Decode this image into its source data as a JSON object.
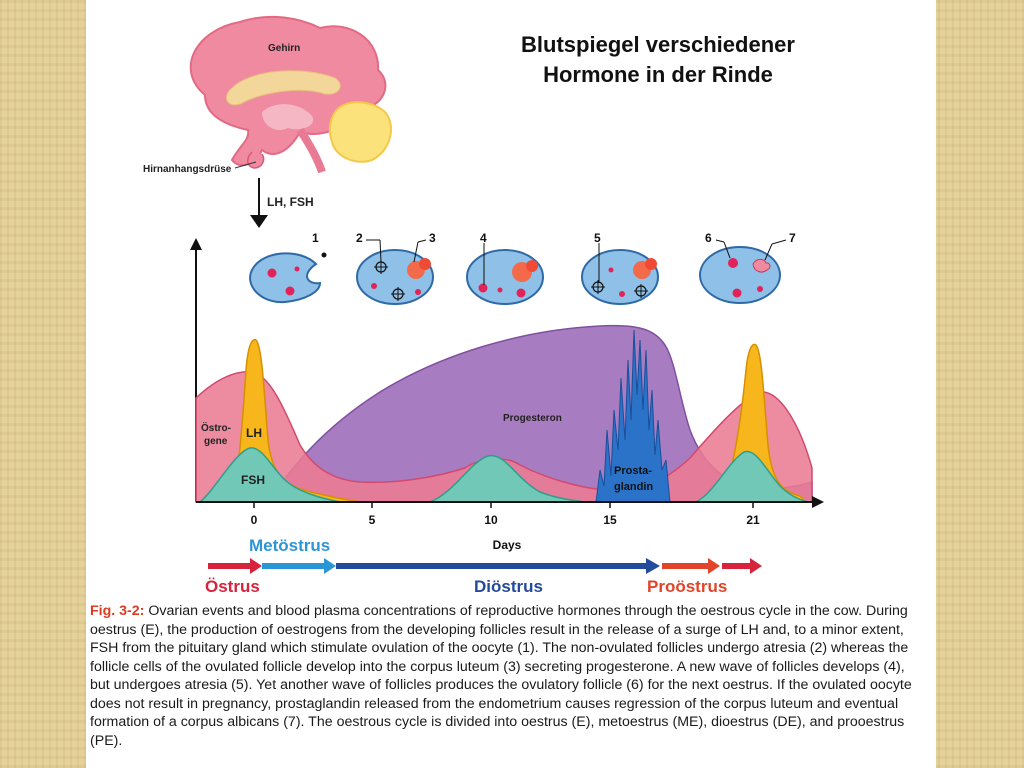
{
  "title": {
    "line1": "Blutspiegel verschiedener",
    "line2": "Hormone in der Rinde"
  },
  "brain": {
    "brain_label": "Gehirn",
    "pituitary_label": "Hirnanhangsdrüse",
    "arrow_label": "LH, FSH"
  },
  "ovary_markers": [
    "1",
    "2",
    "3",
    "4",
    "5",
    "6",
    "7"
  ],
  "hormones": {
    "estrogen": "Östro-\ngene",
    "estrogen_line1": "Östro-",
    "estrogen_line2": "gene",
    "lh": "LH",
    "fsh": "FSH",
    "progesterone": "Progesteron",
    "prostaglandin_line1": "Prosta-",
    "prostaglandin_line2": "glandin"
  },
  "axis": {
    "ticks": [
      "0",
      "5",
      "10",
      "15",
      "21"
    ],
    "xlabel": "Days"
  },
  "phases": {
    "metoestrus": "Metöstrus",
    "oestrus": "Östrus",
    "dioestrus": "Diöstrus",
    "prooestrus": "Proöstrus"
  },
  "colors": {
    "estrogen": "#e8738b",
    "lh": "#f5b51d",
    "fsh": "#6cc7b6",
    "progesterone": "#a87cc1",
    "prostaglandin": "#2a73c8",
    "metoestrus": "#2b96d6",
    "oestrus": "#d7233c",
    "dioestrus": "#244a9c",
    "prooestrus": "#e2442a"
  },
  "caption": {
    "label": "Fig. 3-2:",
    "text": " Ovarian events and blood plasma concentrations of reproductive hormones through the oestrous cycle in the cow. During oestrus (E), the production of oestrogens from the developing follicles result in the release of a surge of LH and, to a minor extent, FSH from the pituitary gland which stimulate ovulation of the oocyte (1). The non-ovulated follicles undergo atresia (2) whereas the follicle cells of the ovulated follicle develop into the corpus luteum (3) secreting progesterone. A new wave of follicles develops (4), but undergoes atresia (5). Yet another wave of follicles produces the ovulatory follicle (6) for the next oestrus. If the ovulated oocyte does not result in pregnancy, prostaglandin released from the endometrium causes regression of the corpus luteum and eventual formation of a corpus albicans (7). The oestrous cycle is divided into oestrus (E), metoestrus (ME), dioestrus (DE), and prooestrus (PE)."
  }
}
